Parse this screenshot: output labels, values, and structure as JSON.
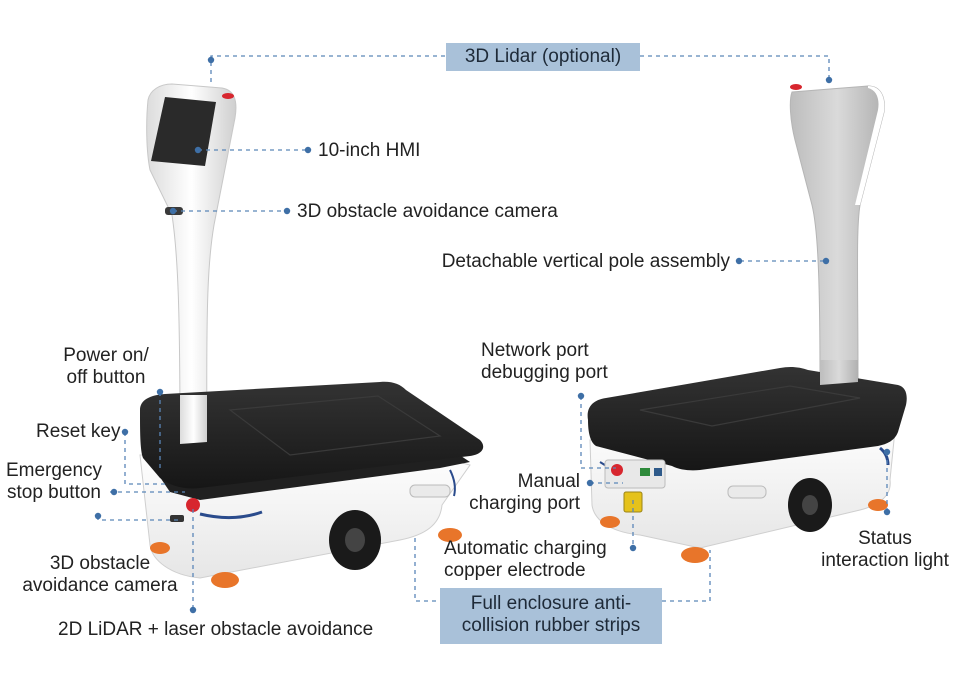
{
  "labels": {
    "lidar3d": "3D Lidar (optional)",
    "hmi": "10-inch HMI",
    "camera3d_top": "3D obstacle avoidance camera",
    "pole": "Detachable vertical pole assembly",
    "power_line1": "Power on/",
    "power_line2": "off button",
    "network_line1": "Network port",
    "network_line2": "debugging port",
    "reset": "Reset key",
    "estop_line1": "Emergency",
    "estop_line2": "stop button",
    "manual_line1": "Manual",
    "manual_line2": "charging port",
    "status_line1": "Status",
    "status_line2": "interaction light",
    "camera3d_bottom_line1": "3D obstacle",
    "camera3d_bottom_line2": "avoidance camera",
    "auto_line1": "Automatic charging",
    "auto_line2": "copper electrode",
    "rubber_line1": "Full enclosure anti-",
    "rubber_line2": "collision rubber strips",
    "lidar2d": "2D LiDAR + laser obstacle avoidance"
  },
  "colors": {
    "callout_line": "#5a86b8",
    "label_box": "#a9c1d9",
    "robot_top": "#222222",
    "robot_body": "#f4f4f4",
    "wheel_accent": "#e8752a",
    "stop_button": "#d7262e"
  }
}
